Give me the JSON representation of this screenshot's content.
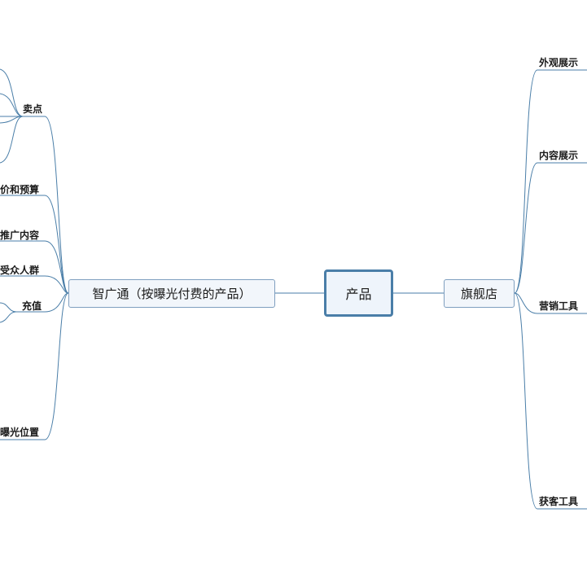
{
  "root": {
    "label": "产品"
  },
  "left_branch": {
    "label": "智广通（按曝光付费的产品）",
    "children": [
      "卖点",
      "价和预算",
      "推广内容",
      "受众人群",
      "充值",
      "曝光位置"
    ]
  },
  "right_branch": {
    "label": "旗舰店",
    "children": [
      "外观展示",
      "内容展示",
      "营销工具",
      "获客工具"
    ]
  },
  "colors": {
    "line": "#4a7ea8",
    "root_border": "#4a7ea8",
    "root_fill": "#eef4fb",
    "node_border": "#7f9fbf",
    "node_fill": "#f2f6fb"
  }
}
